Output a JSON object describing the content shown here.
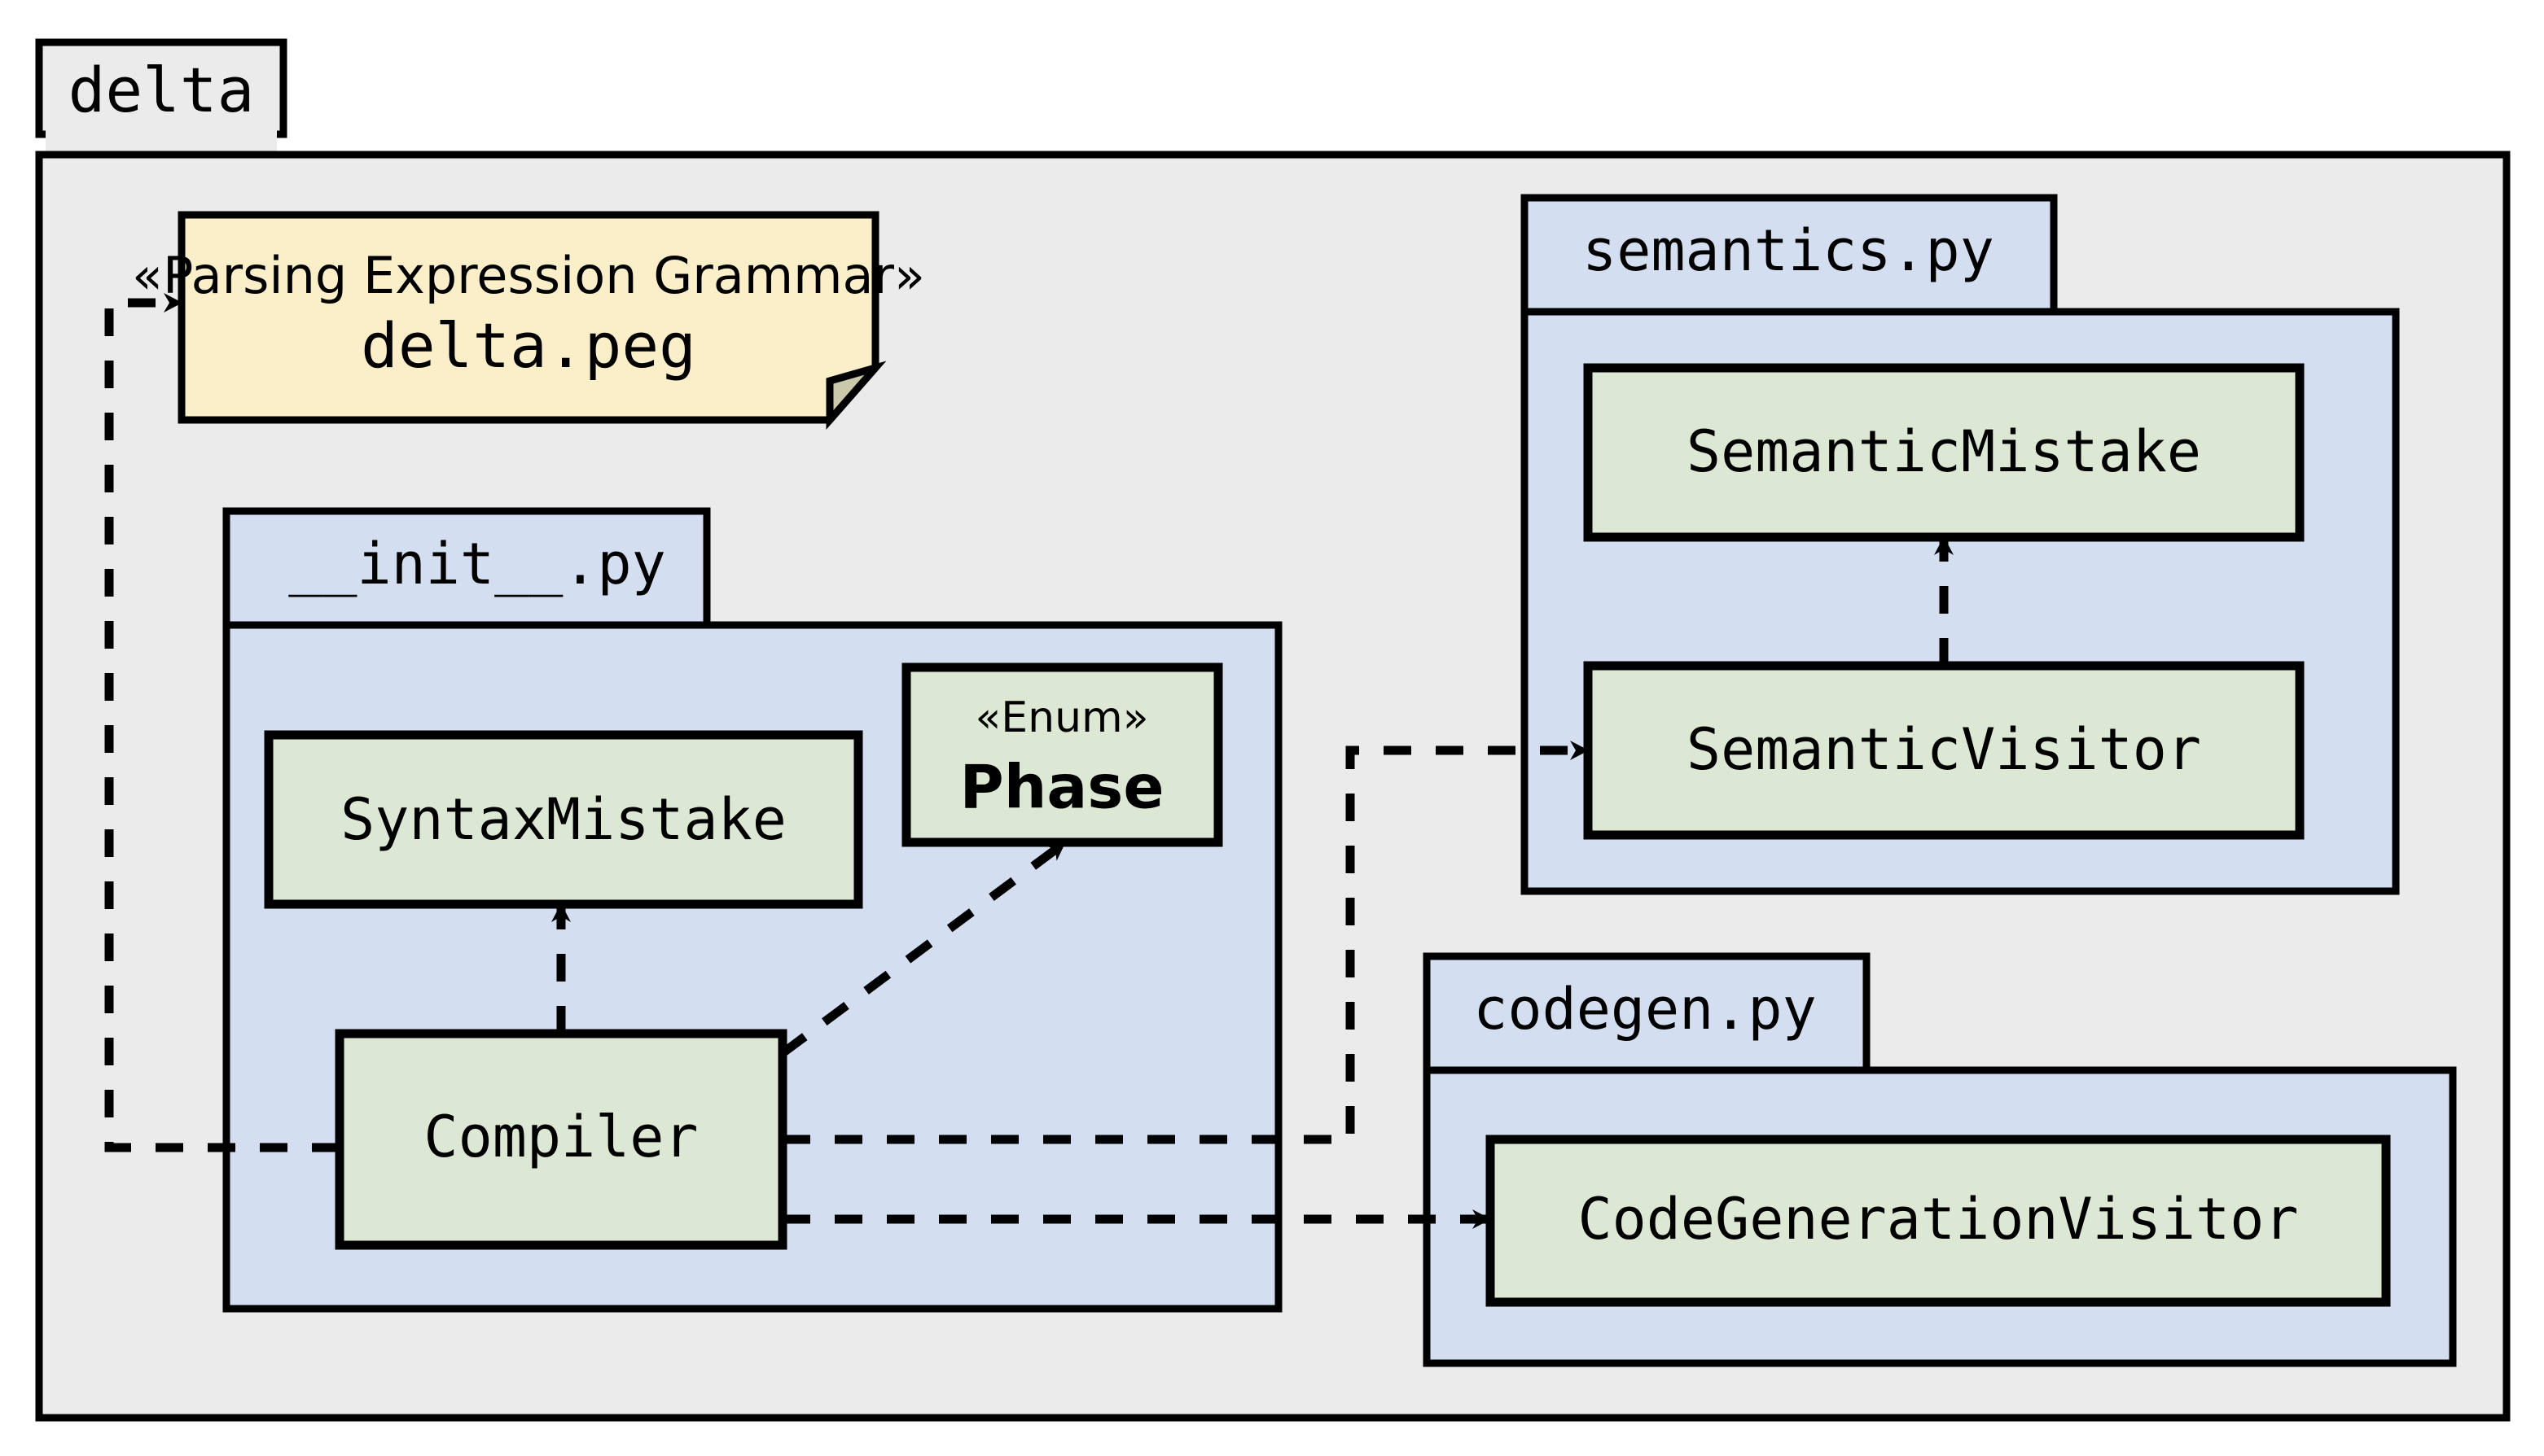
{
  "diagram": {
    "title": "delta package structure",
    "type": "uml-package-diagram",
    "colors": {
      "outer_package_fill": "#ebebeb",
      "module_package_fill": "#d3dff0",
      "class_fill": "#dde8d4",
      "note_fill": "#fbefca",
      "note_fold_fill": "#cac9ac",
      "stroke": "#000000",
      "page_background": "#ffffff"
    }
  },
  "outer_package": {
    "name": "delta"
  },
  "note": {
    "stereotype": "«Parsing Expression Grammar»",
    "name": "delta.peg"
  },
  "packages": [
    {
      "id": "init",
      "name": "__init__.py",
      "classes": [
        {
          "id": "syntax_mistake",
          "name": "SyntaxMistake",
          "stereotype": ""
        },
        {
          "id": "phase",
          "name": "Phase",
          "stereotype": "«Enum»"
        },
        {
          "id": "compiler",
          "name": "Compiler",
          "stereotype": ""
        }
      ]
    },
    {
      "id": "semantics",
      "name": "semantics.py",
      "classes": [
        {
          "id": "semantic_mistake",
          "name": "SemanticMistake",
          "stereotype": ""
        },
        {
          "id": "semantic_visitor",
          "name": "SemanticVisitor",
          "stereotype": ""
        }
      ]
    },
    {
      "id": "codegen",
      "name": "codegen.py",
      "classes": [
        {
          "id": "codegen_visitor",
          "name": "CodeGenerationVisitor",
          "stereotype": ""
        }
      ]
    }
  ],
  "edges": [
    {
      "id": "compiler-to-peg",
      "from": "Compiler",
      "to": "delta.peg",
      "style": "dashed",
      "arrow": "open"
    },
    {
      "id": "compiler-to-syntaxmistake",
      "from": "Compiler",
      "to": "SyntaxMistake",
      "style": "dashed",
      "arrow": "open"
    },
    {
      "id": "compiler-to-phase",
      "from": "Compiler",
      "to": "Phase",
      "style": "dashed",
      "arrow": "open"
    },
    {
      "id": "compiler-to-semanticvisitor",
      "from": "Compiler",
      "to": "SemanticVisitor",
      "style": "dashed",
      "arrow": "open"
    },
    {
      "id": "compiler-to-codegenvisitor",
      "from": "Compiler",
      "to": "CodeGenerationVisitor",
      "style": "dashed",
      "arrow": "open"
    },
    {
      "id": "semanticvisitor-to-semanticmistake",
      "from": "SemanticVisitor",
      "to": "SemanticMistake",
      "style": "dashed",
      "arrow": "open"
    }
  ]
}
